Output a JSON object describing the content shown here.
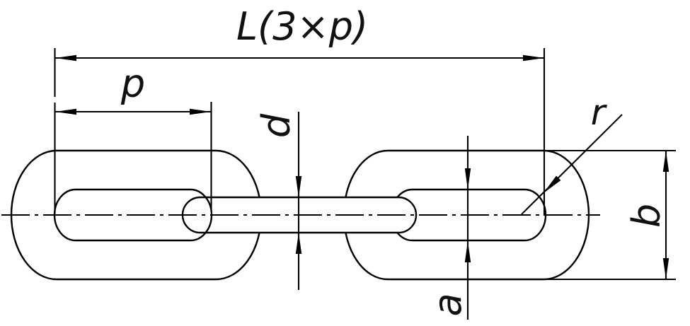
{
  "drawing": {
    "labels": {
      "overall_length": "L(3×p)",
      "pitch": "p",
      "wire_diameter": "d",
      "inner_width": "a",
      "outer_width": "b",
      "end_radius": "r"
    },
    "colors": {
      "line": "#000000",
      "background": "#ffffff"
    }
  }
}
